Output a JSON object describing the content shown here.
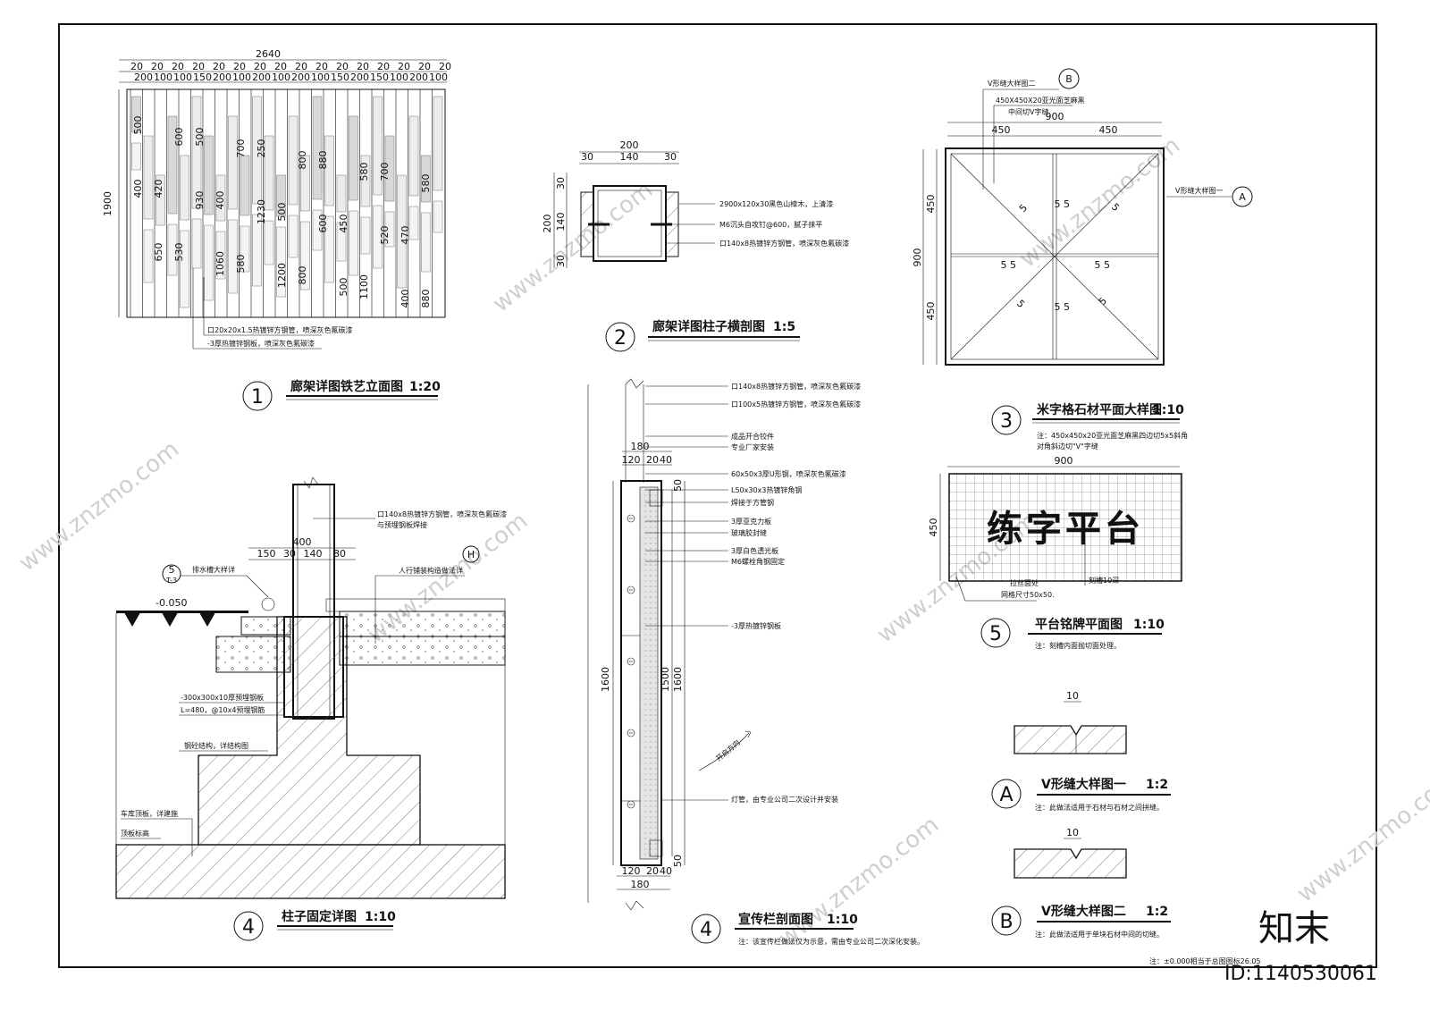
{
  "sheet": {
    "bottom_note": "注：±0.000相当于总图图标26.05",
    "drawing_id": "ID:1140530061",
    "brand_logo": "知末",
    "watermark": "www.znzmo.com"
  },
  "d1": {
    "bubble": "1",
    "title": "廊架详图铁艺立面图",
    "scale": "1:20",
    "overall_width": "2640",
    "height": "1900",
    "dims_row1": [
      "20",
      "20",
      "20",
      "20",
      "20",
      "20",
      "20",
      "20",
      "20",
      "20",
      "20",
      "20",
      "20",
      "20",
      "20",
      "20"
    ],
    "dims_row2": [
      "200",
      "100",
      "100",
      "150",
      "200",
      "100",
      "200",
      "100",
      "200",
      "100",
      "150",
      "200",
      "150",
      "100",
      "200",
      "100"
    ],
    "vert_dims": [
      "500",
      "420",
      "530",
      "500",
      "400",
      "580",
      "250",
      "500",
      "800",
      "880",
      "450",
      "1100",
      "700",
      "470",
      "880",
      "400",
      "650",
      "600",
      "930",
      "1060",
      "700",
      "1230",
      "1200",
      "800",
      "600",
      "500",
      "580",
      "520",
      "400",
      "580"
    ],
    "note1": "口20x20x1.5热镀锌方钢管，喷深灰色氟碳漆",
    "note2": "-3厚热镀锌钢板，喷深灰色氟碳漆"
  },
  "d2": {
    "bubble": "2",
    "title": "廊架详图柱子横剖图",
    "scale": "1:5",
    "dims_top": [
      "200",
      "30",
      "140",
      "30"
    ],
    "dims_left": [
      "200",
      "30",
      "140",
      "30"
    ],
    "note1": "2900x120x30黑色山樟木，上清漆",
    "note2": "M6沉头自攻钉@600，腻子抹平",
    "note3": "口140x8热镀锌方钢管，喷深灰色氟碳漆"
  },
  "d3": {
    "bubble": "3",
    "title": "米字格石材平面大样图",
    "scale": "1:10",
    "dims": [
      "900",
      "450",
      "450",
      "900",
      "450",
      "450"
    ],
    "slope": "5",
    "ref_b": "V形缝大样图二",
    "ref_b_mark": "B",
    "ref_a": "V形缝大样图一",
    "ref_a_mark": "A",
    "stone_note": "450X450X20亚光面芝麻黑",
    "groove_note": "中间切V字缝",
    "note_line1": "注：450x450x20亚光面芝麻黑四边切5x5斜角",
    "note_line2": "对角斜边切\"V\"字缝"
  },
  "d4a": {
    "bubble": "4",
    "title": "柱子固定详图",
    "scale": "1:10",
    "level": "-0.050",
    "dims": [
      "400",
      "150",
      "30",
      "140",
      "80"
    ],
    "ref_label": "排水槽大样详",
    "ref_mark": "5",
    "ref_sheet": "T-3",
    "ref2_label": "人行铺装构造做法详",
    "ref2_mark": "H",
    "note1": "口140x8热镀锌方钢管，喷深灰色氟碳漆",
    "note1b": "与预埋钢板焊接",
    "note2": "-300x300x10厚预埋钢板",
    "note3": "L=480，@10x4预埋钢筋",
    "note4": "钢砼结构，详结构图",
    "note5": "车库顶板，详建施",
    "note6": "顶板标高"
  },
  "d4b": {
    "bubble": "4",
    "title": "宣传栏剖面图",
    "scale": "1:10",
    "dims_top": [
      "180",
      "120",
      "20",
      "40"
    ],
    "dims_bottom": [
      "120",
      "20",
      "40",
      "180"
    ],
    "height_dims": [
      "1600",
      "1500",
      "1600",
      "50",
      "50"
    ],
    "notes": [
      "口140x8热镀锌方钢管，喷深灰色氟碳漆",
      "口100x5热镀锌方钢管，喷深灰色氟碳漆",
      "成品开合铰件",
      "专业厂家安装",
      "60x50x3厚U形钢，喷深灰色氟碳漆",
      "L50x30x3热镀锌角钢",
      "焊接于方管钢",
      "3厚亚克力板",
      "玻璃胶封缝",
      "3厚白色透光板",
      "M6螺栓角钢固定",
      "-3厚热镀锌钢板",
      "灯管，由专业公司二次设计并安装"
    ],
    "open_note": "开启方向",
    "footnote": "注：该宣传栏做法仅为示意，需由专业公司二次深化安装。"
  },
  "d5": {
    "bubble": "5",
    "title": "平台铭牌平面图",
    "scale": "1:10",
    "width": "900",
    "height": "450",
    "sign_text": "练字平台",
    "note_grid": "网格尺寸50x50.",
    "note_paint": "拉丝面处",
    "note_groove": "刻槽10深",
    "footnote": "注：刻槽内面抛切面处理。"
  },
  "dA": {
    "bubble": "A",
    "title": "V形缝大样图一",
    "scale": "1:2",
    "dim": "10",
    "note": "注：此做法适用于石材与石材之间拼缝。"
  },
  "dB": {
    "bubble": "B",
    "title": "V形缝大样图二",
    "scale": "1:2",
    "dim": "10",
    "note": "注：此做法适用于单块石材中间的切缝。"
  }
}
